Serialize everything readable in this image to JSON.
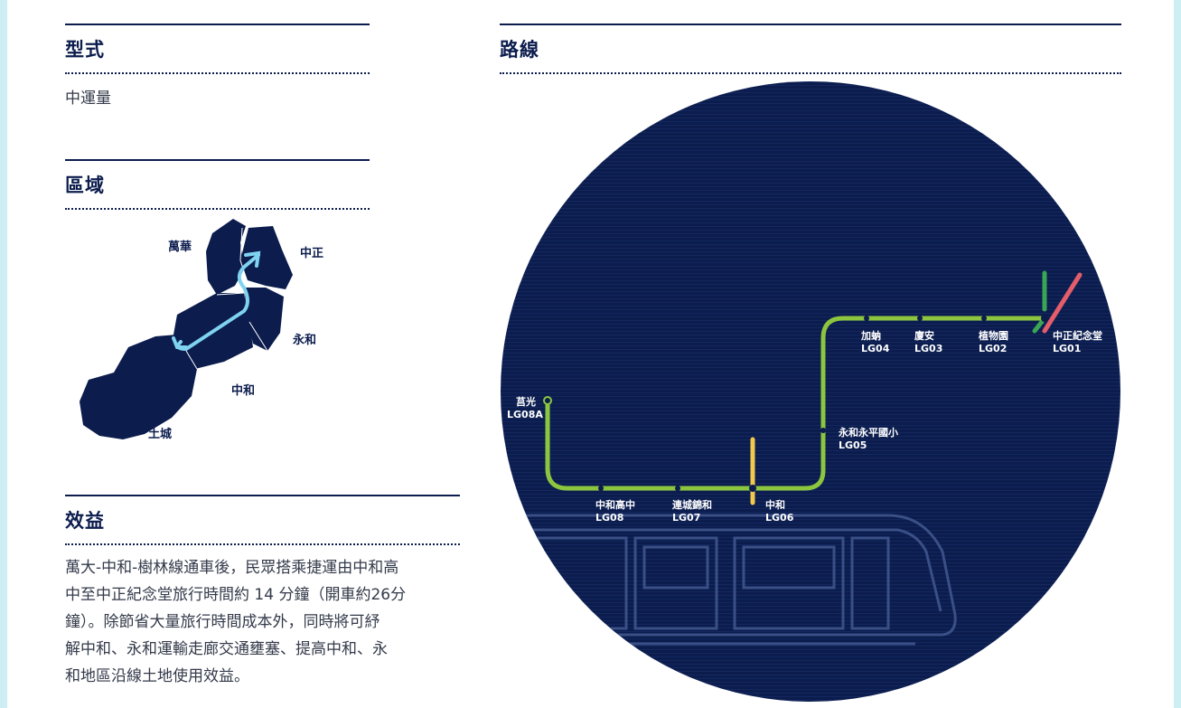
{
  "type_section": {
    "title": "型式",
    "value": "中運量"
  },
  "area_section": {
    "title": "區域",
    "districts": {
      "wanhua": "萬華",
      "zhongzheng": "中正",
      "yonghe": "永和",
      "zhonghe": "中和",
      "tucheng": "土城"
    }
  },
  "benefit_section": {
    "title": "效益",
    "lines": [
      "萬大-中和-樹林線通車後，民眾搭乘捷運由中和高",
      "中至中正紀念堂旅行時間約 14 分鐘（開車約26分",
      "鐘）。除節省大量旅行時間成本外，同時將可紓",
      "解中和、永和運輸走廊交通壅塞、提高中和、永",
      "和地區沿線土地使用效益。"
    ]
  },
  "route_section": {
    "title": "路線",
    "stations": [
      {
        "name": "莒光",
        "code": "LG08A"
      },
      {
        "name": "中和高中",
        "code": "LG08"
      },
      {
        "name": "連城錦和",
        "code": "LG07"
      },
      {
        "name": "中和",
        "code": "LG06"
      },
      {
        "name": "永和永平國小",
        "code": "LG05"
      },
      {
        "name": "加蚋",
        "code": "LG04"
      },
      {
        "name": "廈安",
        "code": "LG03"
      },
      {
        "name": "植物園",
        "code": "LG02"
      },
      {
        "name": "中正紀念堂",
        "code": "LG01"
      }
    ]
  },
  "colors": {
    "navy": "#0b1c4d",
    "line_green": "#8cc63f",
    "transfer_yellow": "#f2c94c",
    "transfer_red": "#e35d6a",
    "transfer_green": "#3aa655",
    "route_arrow": "#7fd3f0"
  }
}
